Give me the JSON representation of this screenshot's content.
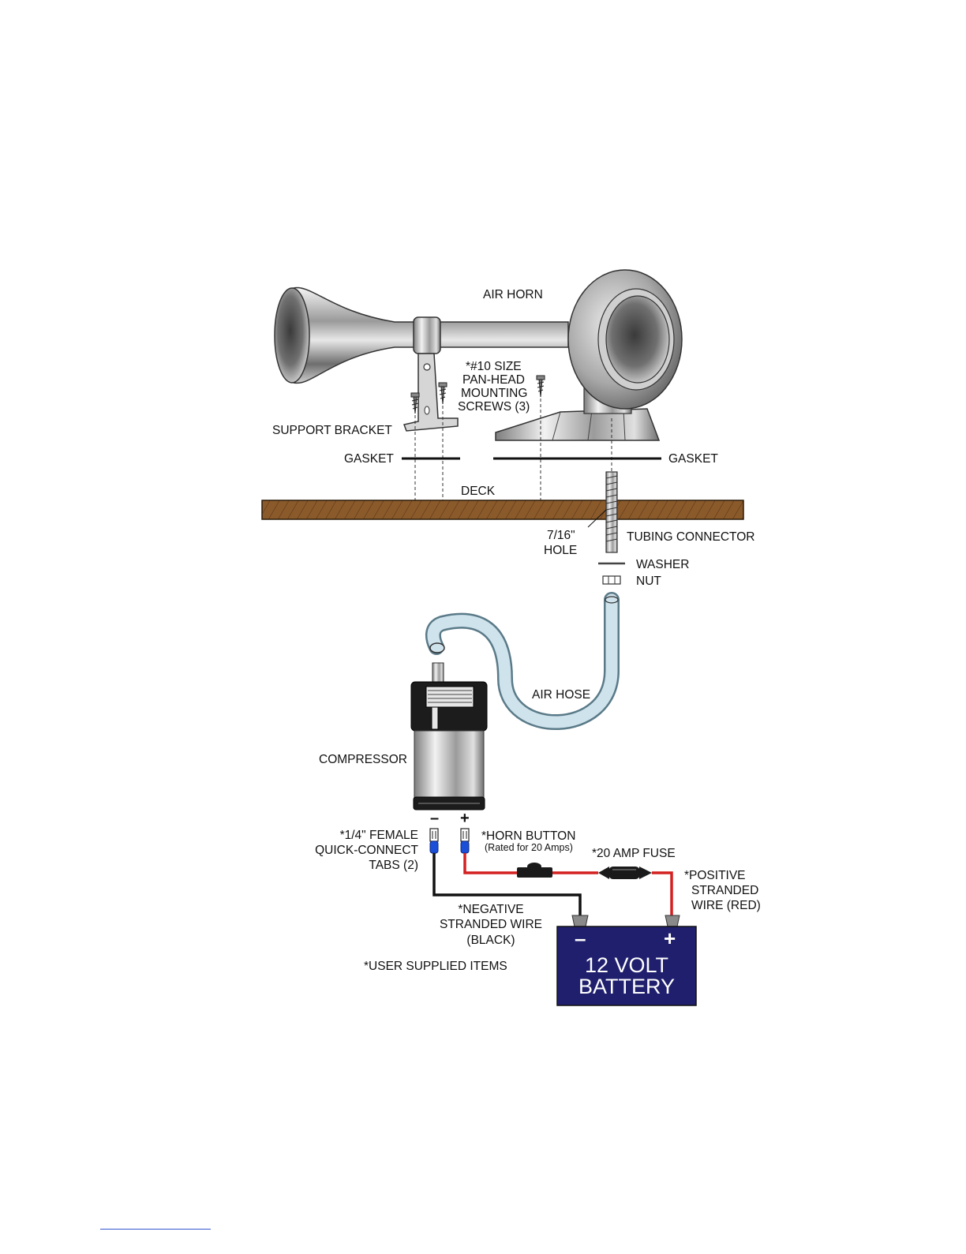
{
  "labels": {
    "air_horn": "AIR HORN",
    "screws": [
      "*#10 SIZE",
      "PAN-HEAD",
      "MOUNTING",
      "SCREWS (3)"
    ],
    "support_bracket": "SUPPORT BRACKET",
    "gasket_left": "GASKET",
    "gasket_right": "GASKET",
    "deck": "DECK",
    "hole": [
      "7/16\"",
      "HOLE"
    ],
    "tubing_connector": "TUBING CONNECTOR",
    "washer": "WASHER",
    "nut": "NUT",
    "air_hose": "AIR HOSE",
    "compressor": "COMPRESSOR",
    "compressor_minus": "–",
    "compressor_plus": "+",
    "quick_connect": [
      "*1/4\" FEMALE",
      "QUICK-CONNECT",
      "TABS (2)"
    ],
    "horn_button": "*HORN BUTTON",
    "horn_button_rating": "(Rated for 20 Amps)",
    "fuse": "*20 AMP FUSE",
    "positive_wire": [
      "*POSITIVE",
      "STRANDED",
      "WIRE (RED)"
    ],
    "negative_wire": [
      "*NEGATIVE",
      "STRANDED WIRE",
      "(BLACK)"
    ],
    "user_supplied": "*USER SUPPLIED ITEMS",
    "battery": [
      "12 VOLT",
      "BATTERY"
    ],
    "battery_minus": "–",
    "battery_plus": "+"
  },
  "colors": {
    "deck": "#8b5a2b",
    "battery": "#1f1f6e",
    "positive_wire": "#d42020",
    "negative_wire": "#111111",
    "terminal_tab": "#1b4fd8",
    "hose": "#cfe3ec"
  }
}
